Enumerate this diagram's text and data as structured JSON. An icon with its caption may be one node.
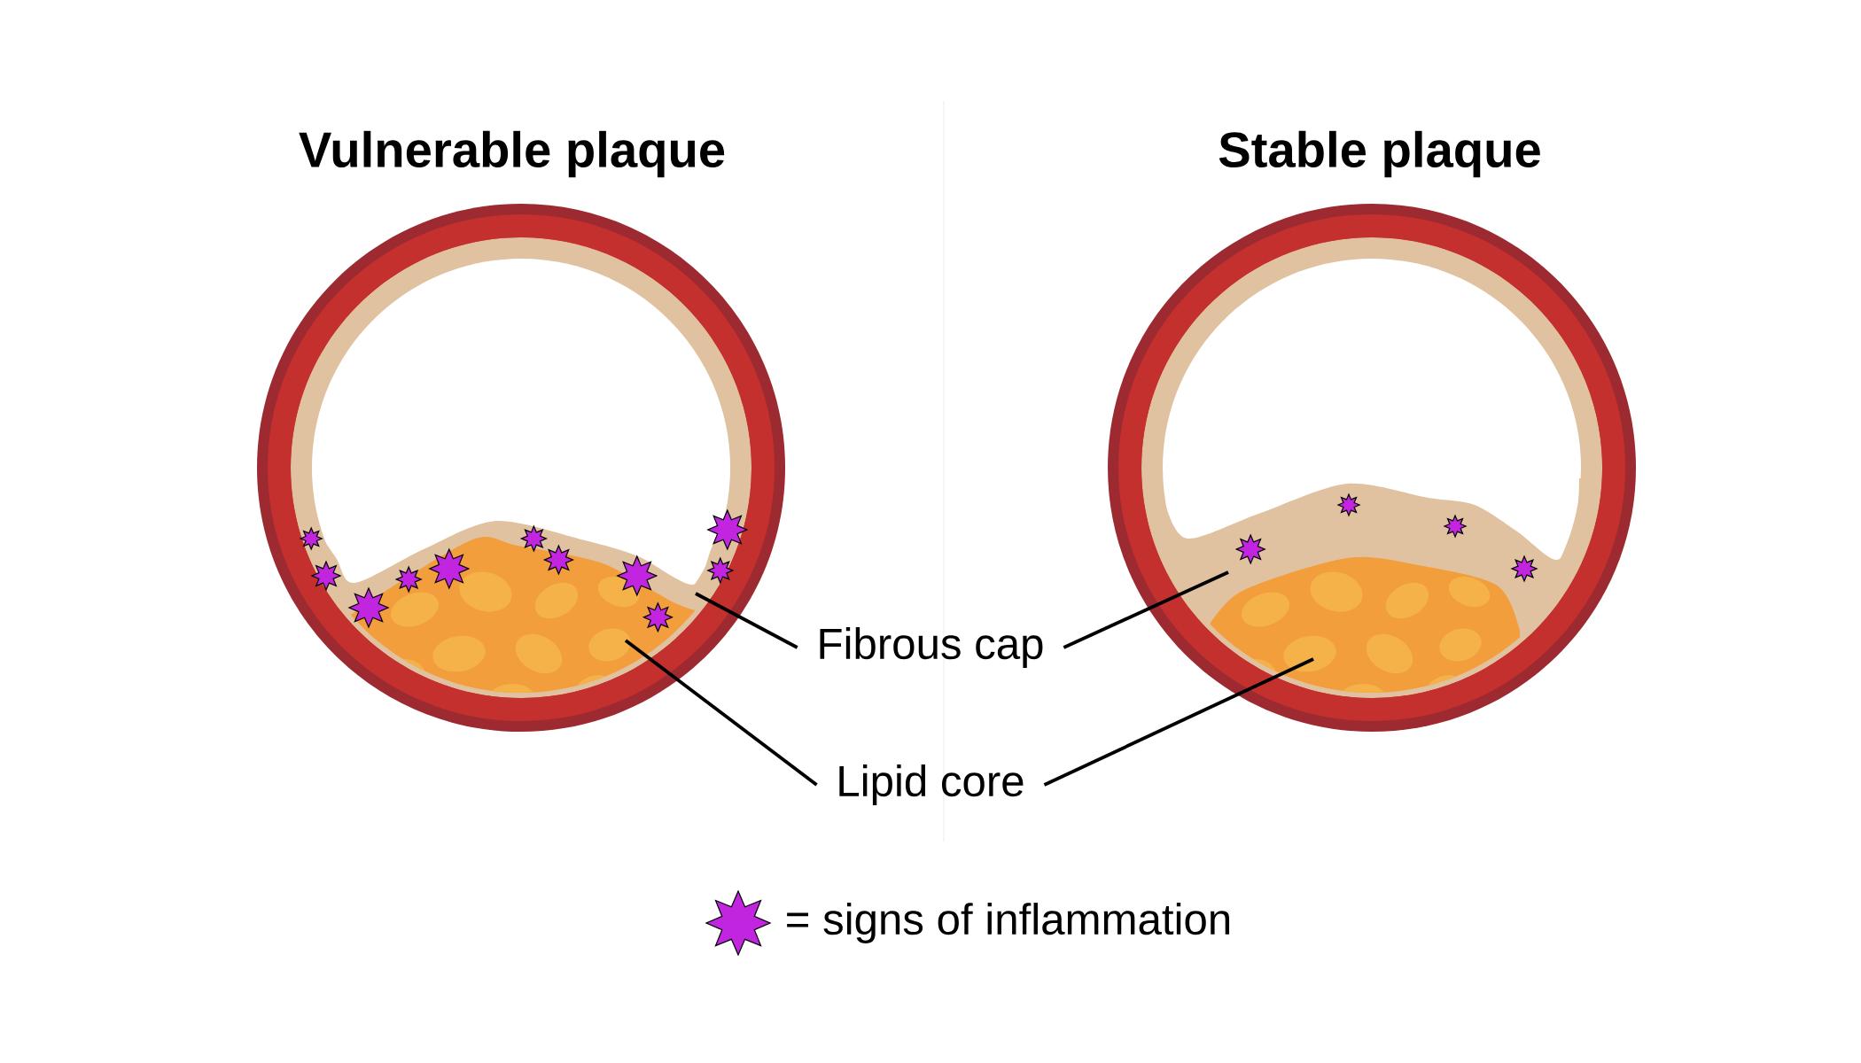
{
  "diagram": {
    "nodes": [
      {
        "text": [
          "Vulnerable plaque"
        ]
      },
      {
        "text": [
          "Stable plaque"
        ]
      },
      {
        "text": [
          "Fibrous cap"
        ]
      },
      {
        "text": [
          "Lipid core"
        ]
      }
    ],
    "edges": [
      {
        "from": 2,
        "to": 0,
        "arrow": "none"
      },
      {
        "from": 2,
        "to": 1,
        "arrow": "none"
      },
      {
        "from": 3,
        "to": 0,
        "arrow": "none"
      },
      {
        "from": 3,
        "to": 1,
        "arrow": "none"
      }
    ],
    "legend": [
      {
        "text": "= signs of inflammation"
      }
    ]
  }
}
